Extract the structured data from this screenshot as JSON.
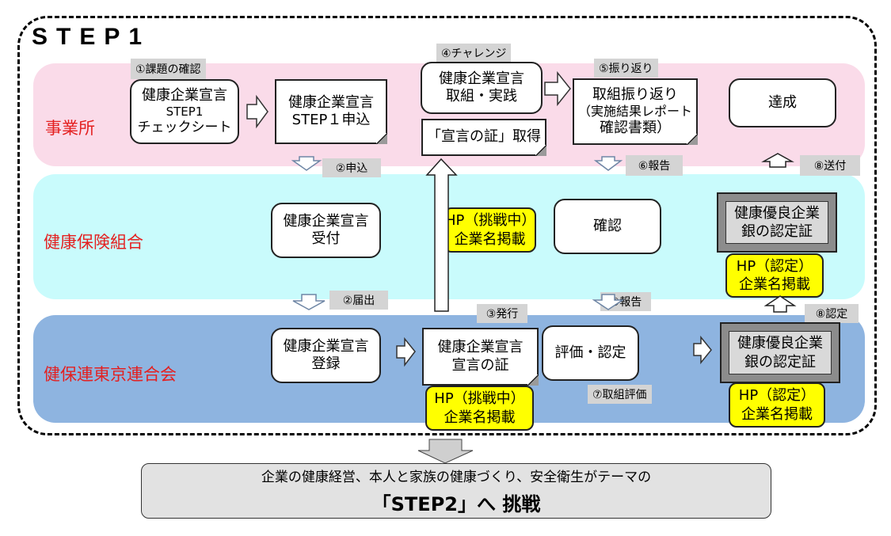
{
  "title": "STEP1",
  "lanes": {
    "office": "事業所",
    "kenpo": "健康保険組合",
    "rengo": "健保連東京連合会"
  },
  "steps": {
    "s1": "①課題の確認",
    "s2a": "②申込",
    "s2b": "②届出",
    "s3": "③発行",
    "s4": "④チャレンジ",
    "s5": "⑤振り返り",
    "s6a": "⑥報告",
    "s6b": "⑥報告",
    "s7": "⑦取組評価",
    "s8a": "⑧送付",
    "s8b": "⑧認定"
  },
  "boxes": {
    "checksheet": [
      "健康企業宣言",
      "STEP1",
      "チェックシート"
    ],
    "apply": [
      "健康企業宣言",
      "STEP１申込"
    ],
    "practice": [
      "健康企業宣言",
      "取組・実践"
    ],
    "proof_get": [
      "「宣言の証」取得"
    ],
    "review": [
      "取組振り返り",
      "（実施結果レポート",
      "確認書類）"
    ],
    "achieve": [
      "達成"
    ],
    "receive": [
      "健康企業宣言",
      "受付"
    ],
    "confirm": [
      "確認"
    ],
    "cert_kenpo": [
      "健康優良企業",
      "銀の認定証"
    ],
    "register": [
      "健康企業宣言",
      "登録"
    ],
    "proof": [
      "健康企業宣言",
      "宣言の証"
    ],
    "evaluate": [
      "評価・認定"
    ],
    "cert_rengo": [
      "健康優良企業",
      "銀の認定証"
    ]
  },
  "badges": {
    "hp_challenge_kenpo": [
      "HP（挑戦中）",
      "企業名掲載"
    ],
    "hp_challenge_rengo": [
      "HP（挑戦中）",
      "企業名掲載"
    ],
    "hp_cert_kenpo": [
      "HP（認定）",
      "企業名掲載"
    ],
    "hp_cert_rengo": [
      "HP（認定）",
      "企業名掲載"
    ]
  },
  "next": {
    "line1": "企業の健康経営、本人と家族の健康づくり、安全衛生がテーマの",
    "line2": "「STEP2」へ 挑戦"
  },
  "colors": {
    "office_lane": "#fadbe9",
    "kenpo_lane": "#c9fbfc",
    "rengo_lane": "#8eb4e0",
    "lane_label": "#e41f1f",
    "badge": "#ffff00",
    "certificate": "#d9d9d9"
  }
}
